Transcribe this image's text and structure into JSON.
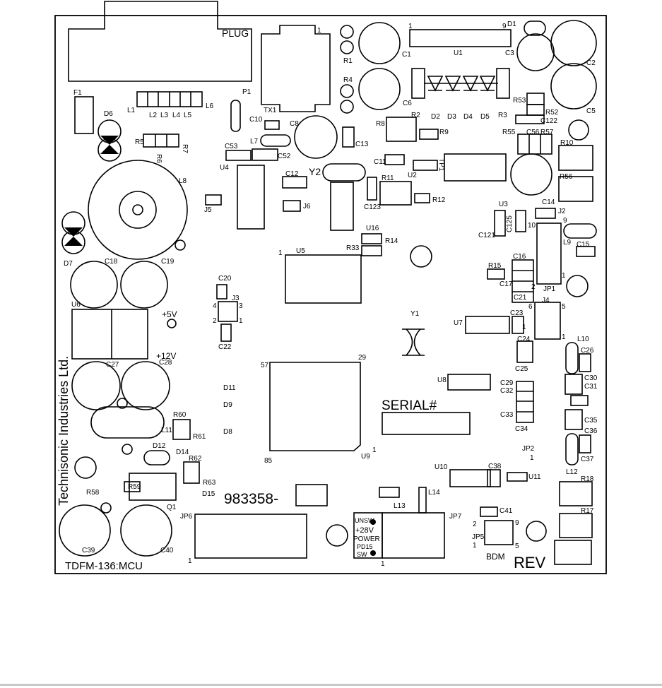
{
  "board": {
    "company": "Technisonic Industries Ltd.",
    "model": "TDFM-136:MCU",
    "part_number": "983358-",
    "serial_label": "SERIAL#",
    "rev_label": "REV",
    "plug_label": "PLUG",
    "bdm_label": "BDM",
    "power_lines": [
      "UNSW",
      "+28V",
      "POWER",
      "PD15",
      "SW"
    ],
    "voltage_labels": [
      "+5V",
      "+12V"
    ]
  },
  "designators": {
    "connectors": [
      "P1",
      "J2",
      "J3",
      "J4",
      "J5",
      "J6",
      "JP1",
      "JP2",
      "JP5",
      "JP6",
      "JP7",
      "TP1"
    ],
    "ics": [
      "U1",
      "U2",
      "U3",
      "U4",
      "U5",
      "U6",
      "U7",
      "U8",
      "U9",
      "U10",
      "U11",
      "U16",
      "Q1",
      "TX1",
      "Y1",
      "Y2"
    ],
    "capacitors": [
      "C1",
      "C2",
      "C3",
      "C5",
      "C6",
      "C8",
      "C10",
      "C11",
      "C12",
      "C13",
      "C14",
      "C15",
      "C16",
      "C17",
      "C18",
      "C19",
      "C20",
      "C21",
      "C22",
      "C23",
      "C24",
      "C25",
      "C26",
      "C27",
      "C28",
      "C29",
      "C30",
      "C31",
      "C32",
      "C33",
      "C34",
      "C35",
      "C36",
      "C37",
      "C38",
      "C39",
      "C40",
      "C41",
      "C52",
      "C53",
      "C56",
      "C121",
      "C122",
      "C123",
      "C125"
    ],
    "resistors": [
      "R1",
      "R2",
      "R3",
      "R4",
      "R5",
      "R6",
      "R7",
      "R8",
      "R9",
      "R10",
      "R11",
      "R12",
      "R14",
      "R15",
      "R17",
      "R18",
      "R33",
      "R52",
      "R53",
      "R55",
      "R56",
      "R57",
      "R58",
      "R59",
      "R60",
      "R61",
      "R62",
      "R63"
    ],
    "inductors": [
      "F1",
      "L1",
      "L2",
      "L3",
      "L4",
      "L5",
      "L6",
      "L7",
      "L8",
      "L9",
      "L10",
      "L11",
      "L12",
      "L13",
      "L14"
    ],
    "diodes": [
      "D1",
      "D2",
      "D3",
      "D4",
      "D5",
      "D6",
      "D7",
      "D8",
      "D9",
      "D11",
      "D12",
      "D14",
      "D15"
    ]
  },
  "pins": [
    "1",
    "9",
    "1",
    "1",
    "1",
    "9",
    "10",
    "2",
    "1",
    "6",
    "5",
    "1",
    "4",
    "3",
    "2",
    "1",
    "57",
    "29",
    "85",
    "1",
    "1",
    "2",
    "9",
    "1",
    "5",
    "1",
    "1"
  ]
}
